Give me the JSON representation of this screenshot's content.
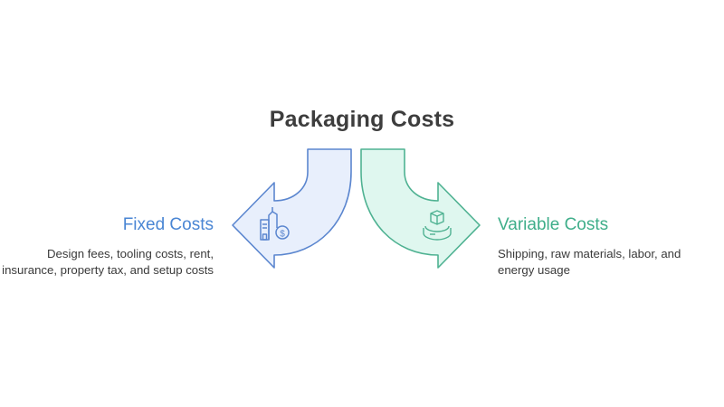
{
  "title": "Packaging Costs",
  "colors": {
    "fixed_stroke": "#5b86cf",
    "fixed_fill": "#e8effc",
    "variable_stroke": "#4fb292",
    "variable_fill": "#dff7ef",
    "fixed_heading": "#4a86d4",
    "variable_heading": "#3fae8a",
    "title": "#3d3d3d",
    "body_text": "#3a3a3a"
  },
  "branches": [
    {
      "heading": "Fixed Costs",
      "description": "Design fees, tooling costs, rent, insurance, property tax, and setup costs",
      "icon": "building-dollar-icon",
      "direction": "left"
    },
    {
      "heading": "Variable Costs",
      "description": "Shipping, raw materials, labor, and energy usage",
      "icon": "package-conveyor-icon",
      "direction": "right"
    }
  ]
}
